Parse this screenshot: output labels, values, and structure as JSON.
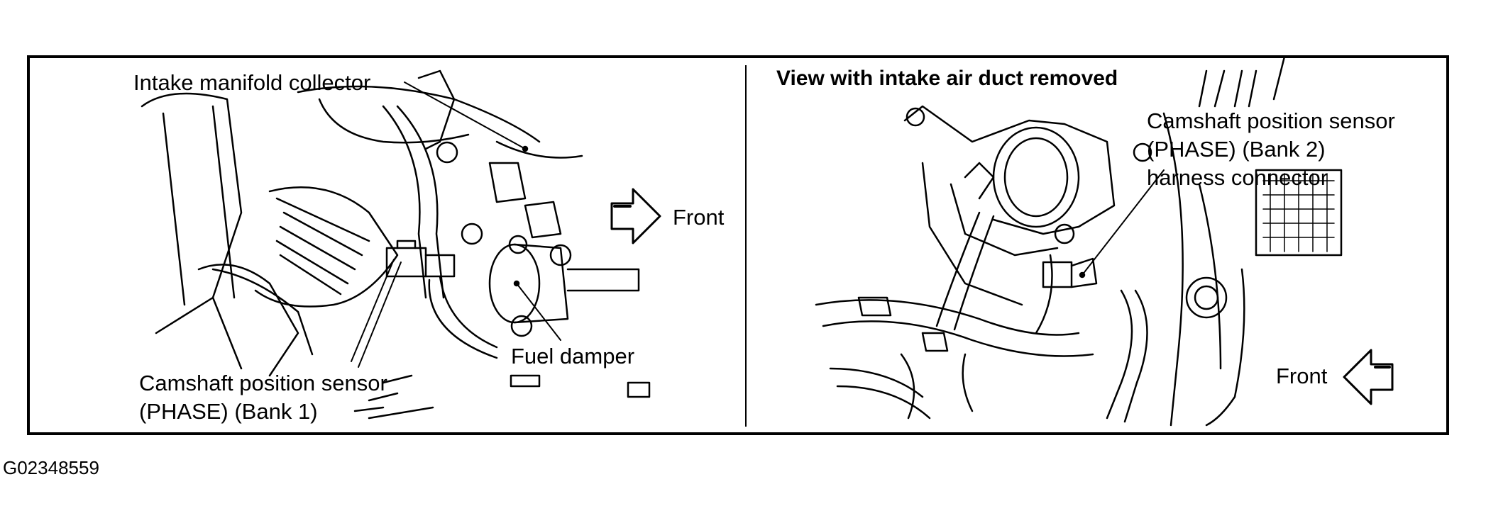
{
  "left_panel": {
    "intake_manifold_label": "Intake manifold collector",
    "front_label": "Front",
    "fuel_damper_label": "Fuel damper",
    "cam_sensor_label_line1": "Camshaft position sensor",
    "cam_sensor_label_line2": "(PHASE) (Bank 1)"
  },
  "right_panel": {
    "view_title": "View with intake air duct removed",
    "cam_sensor_label_line1": "Camshaft position sensor",
    "cam_sensor_label_line2": "(PHASE) (Bank 2)",
    "cam_sensor_label_line3": "harness connector",
    "front_label": "Front"
  },
  "figure_id": "G02348559"
}
